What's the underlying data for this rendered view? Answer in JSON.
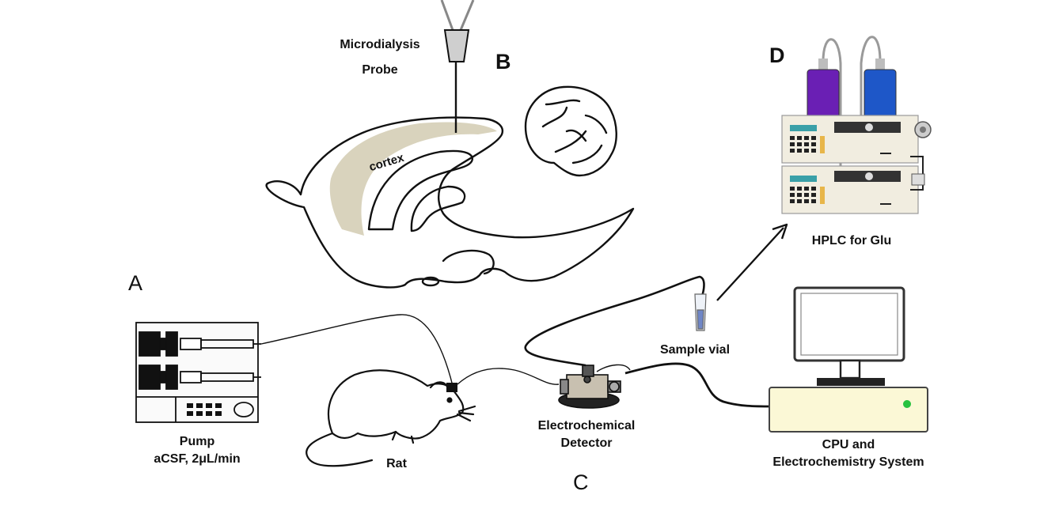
{
  "panels": {
    "a": "A",
    "b": "B",
    "c": "C",
    "d": "D"
  },
  "labels": {
    "probe_line1": "Microdialysis",
    "probe_line2": "Probe",
    "cortex": "cortex",
    "pump_line1": "Pump",
    "pump_line2": "aCSF, 2μL/min",
    "rat": "Rat",
    "detector_line1": "Electrochemical",
    "detector_line2": "Detector",
    "sample_vial": "Sample vial",
    "hplc": "HPLC for Glu",
    "cpu_line1": "CPU and",
    "cpu_line2": "Electrochemistry System"
  },
  "colors": {
    "cortex_fill": "#d9d3bd",
    "purple_bottle": "#6a1fb4",
    "blue_bottle": "#1e57c8",
    "cpu_body": "#fbf8d6",
    "green_led": "#27c23f",
    "line": "#111111"
  }
}
